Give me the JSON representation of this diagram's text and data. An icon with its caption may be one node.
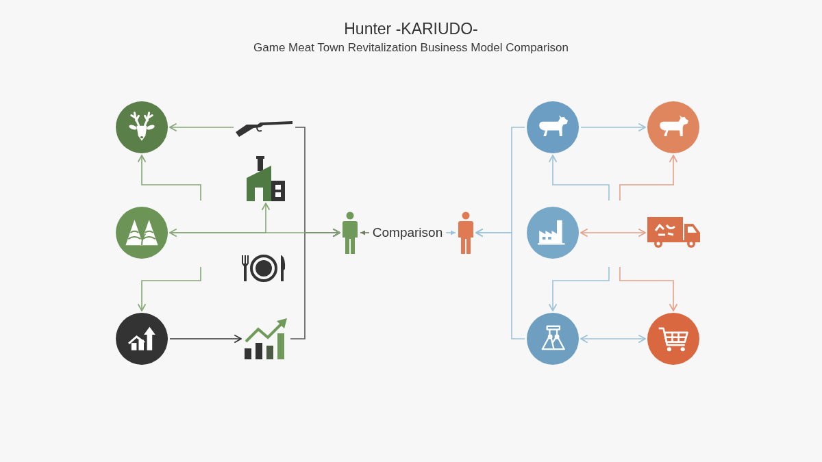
{
  "diagram": {
    "title": "Hunter -KARIUDO-",
    "nodes": [
      {
        "text": [],
        "shape": "circle"
      },
      {
        "text": [],
        "shape": "picture"
      },
      {
        "text": [],
        "shape": "picture"
      },
      {
        "text": [],
        "shape": "circle"
      },
      {
        "text": [],
        "shape": "picture"
      },
      {
        "text": [],
        "shape": "circle"
      },
      {
        "text": [],
        "shape": "picture"
      },
      {
        "text": [],
        "shape": "person"
      },
      {
        "text": [
          "Comparison"
        ]
      },
      {
        "text": [],
        "shape": "person"
      },
      {
        "text": [],
        "shape": "circle"
      },
      {
        "text": [],
        "shape": "circle"
      },
      {
        "text": [],
        "shape": "circle"
      },
      {
        "text": [],
        "shape": "picture"
      },
      {
        "text": [],
        "shape": "circle"
      },
      {
        "text": [],
        "shape": "circle"
      }
    ],
    "edges": [
      {
        "from": 1,
        "to": 0,
        "arrow": "to",
        "color": "#86a877"
      },
      {
        "from": 1,
        "to": 7,
        "arrow": "to",
        "color": "#555555"
      },
      {
        "from": 6,
        "to": 7,
        "arrow": "to",
        "color": "#555555"
      },
      {
        "from": 3,
        "to": 7,
        "arrow": "both",
        "color": "#86a877"
      },
      {
        "from": 3,
        "to": 2,
        "arrow": "to",
        "color": "#86a877"
      },
      {
        "from": null,
        "to": 0,
        "arrow": "to",
        "color": "#86a877"
      },
      {
        "from": null,
        "to": 5,
        "arrow": "to",
        "color": "#86a877"
      },
      {
        "from": 5,
        "to": 6,
        "arrow": "to",
        "color": "#333333"
      },
      {
        "from": 8,
        "to": 7,
        "arrow": "to",
        "color": "#6d7f63"
      },
      {
        "from": 8,
        "to": 9,
        "arrow": "to"
      },
      {
        "from": 10,
        "to": 9,
        "arrow": "to"
      },
      {
        "from": 14,
        "to": 9,
        "arrow": "to"
      },
      {
        "from": 10,
        "to": 11,
        "arrow": "to"
      },
      {
        "from": null,
        "to": 10,
        "arrow": "to"
      },
      {
        "from": null,
        "to": 11,
        "arrow": "to",
        "color": "#e6a088"
      },
      {
        "from": 12,
        "to": 13,
        "arrow": "both",
        "color": "#e6a088"
      },
      {
        "from": null,
        "to": 14,
        "arrow": "to"
      },
      {
        "from": null,
        "to": 15,
        "arrow": "to",
        "color": "#e6a088"
      },
      {
        "from": 14,
        "to": 15,
        "arrow": "both"
      }
    ],
    "labels": [
      "Game Meat Town Revitalization Business Model Comparison"
    ]
  }
}
